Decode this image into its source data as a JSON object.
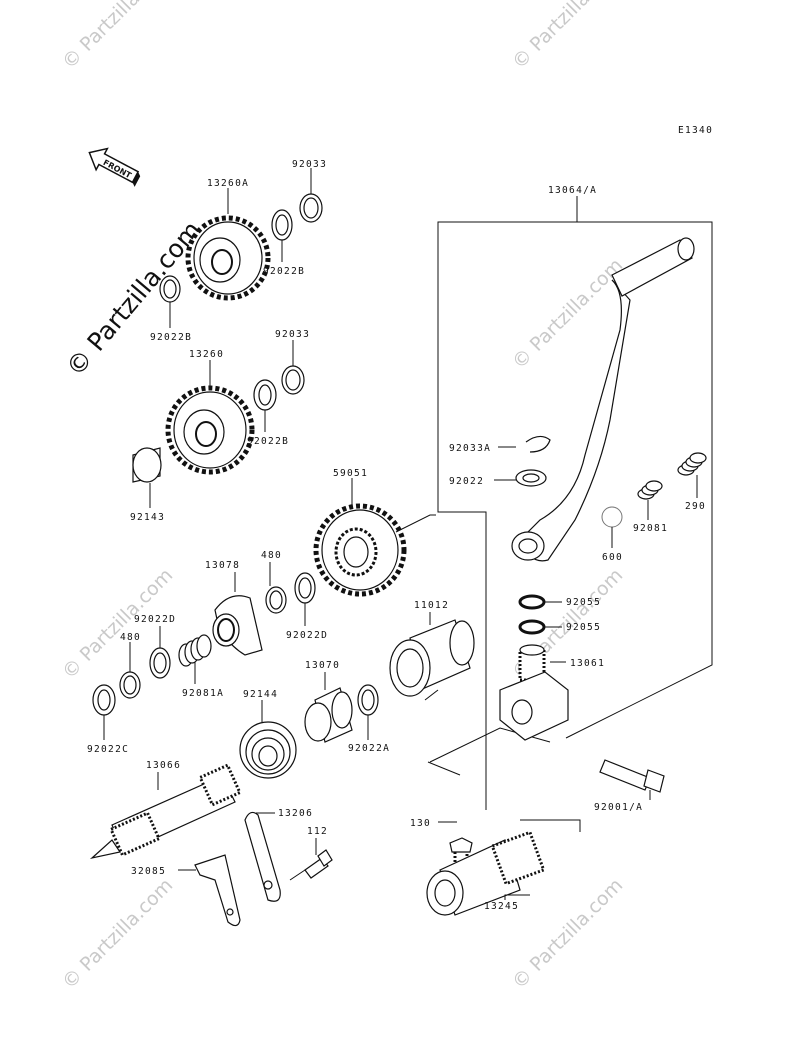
{
  "diagram_code": "E1340",
  "watermark": "© Partzilla.com",
  "front_arrow_label": "FRONT",
  "labels": {
    "p13260A": "13260A",
    "p92033_top": "92033",
    "p92022B_a": "92022B",
    "p92022B_b": "92022B",
    "p13260": "13260",
    "p92033_mid": "92033",
    "p92022B_c": "92022B",
    "p92143": "92143",
    "p59051": "59051",
    "p13078": "13078",
    "p480_a": "480",
    "p92022D_a": "92022D",
    "p480_b": "480",
    "p92081A": "92081A",
    "p92022D_b": "92022D",
    "p92022C": "92022C",
    "p11012": "11012",
    "p13070": "13070",
    "p92144": "92144",
    "p92022A": "92022A",
    "p13066": "13066",
    "p13206": "13206",
    "p112": "112",
    "p32085": "32085",
    "p13064A": "13064/A",
    "p92033A": "92033A",
    "p92022": "92022",
    "p290": "290",
    "p92081": "92081",
    "p600": "600",
    "p92055_a": "92055",
    "p92055_b": "92055",
    "p13061": "13061",
    "p92001A": "92001/A",
    "p130": "130",
    "p13245": "13245"
  }
}
